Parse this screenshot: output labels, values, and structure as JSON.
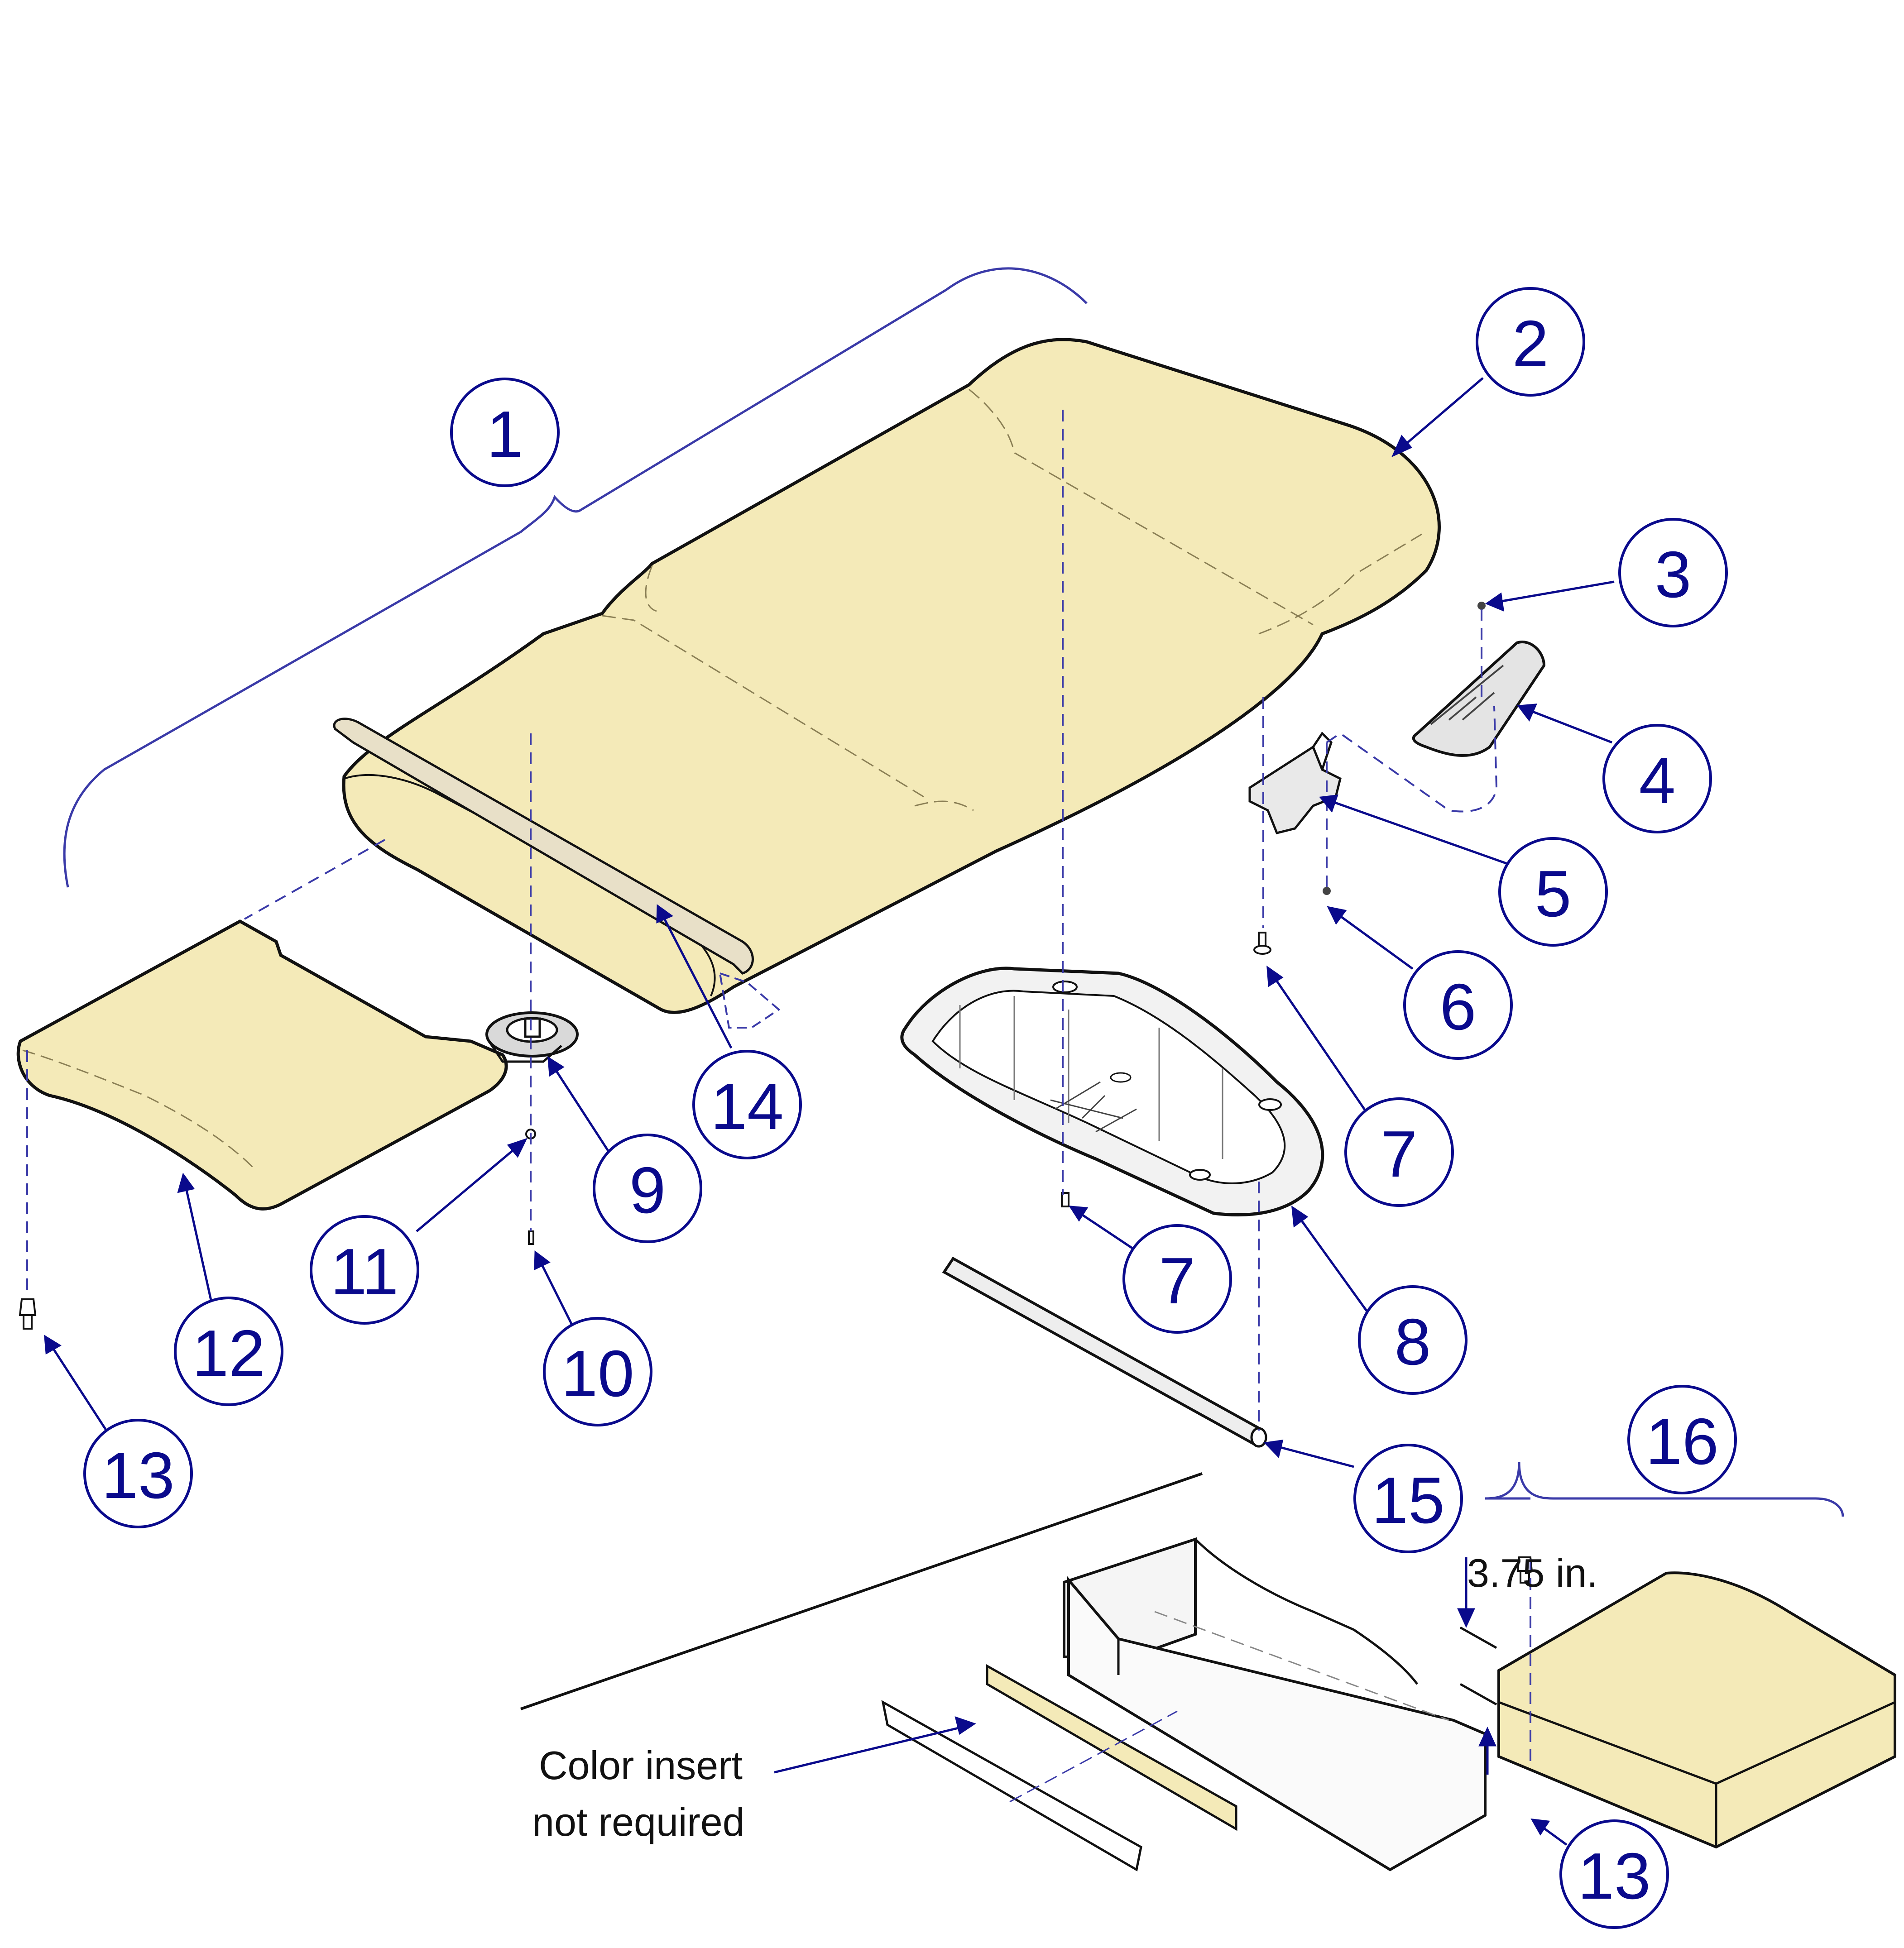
{
  "colors": {
    "callout": "#0a0a8c",
    "cushion": "#f4eab8",
    "outline": "#111111",
    "hidden_line": "#3a3aa8"
  },
  "callouts": [
    {
      "id": "c1",
      "label": "1",
      "part": "upholstery-assembly"
    },
    {
      "id": "c2",
      "label": "2",
      "part": "seat-cushion"
    },
    {
      "id": "c3",
      "label": "3",
      "part": "nut"
    },
    {
      "id": "c4",
      "label": "4",
      "part": "cover-bracket"
    },
    {
      "id": "c5",
      "label": "5",
      "part": "mounting-bracket"
    },
    {
      "id": "c6",
      "label": "6",
      "part": "screw"
    },
    {
      "id": "c7a",
      "label": "7",
      "part": "screw"
    },
    {
      "id": "c7b",
      "label": "7",
      "part": "screw"
    },
    {
      "id": "c8",
      "label": "8",
      "part": "headrest-shell"
    },
    {
      "id": "c9",
      "label": "9",
      "part": "knob-base"
    },
    {
      "id": "c10",
      "label": "10",
      "part": "screw"
    },
    {
      "id": "c11",
      "label": "11",
      "part": "washer"
    },
    {
      "id": "c12",
      "label": "12",
      "part": "foot-cushion"
    },
    {
      "id": "c13a",
      "label": "13",
      "part": "standoff"
    },
    {
      "id": "c13b",
      "label": "13",
      "part": "standoff"
    },
    {
      "id": "c14",
      "label": "14",
      "part": "trim-strip"
    },
    {
      "id": "c15",
      "label": "15",
      "part": "rod"
    },
    {
      "id": "c16",
      "label": "16",
      "part": "seat-pad"
    }
  ],
  "annotations": {
    "dimension": "3.75 in.",
    "color_insert_line1": "Color insert",
    "color_insert_line2": "not required"
  }
}
